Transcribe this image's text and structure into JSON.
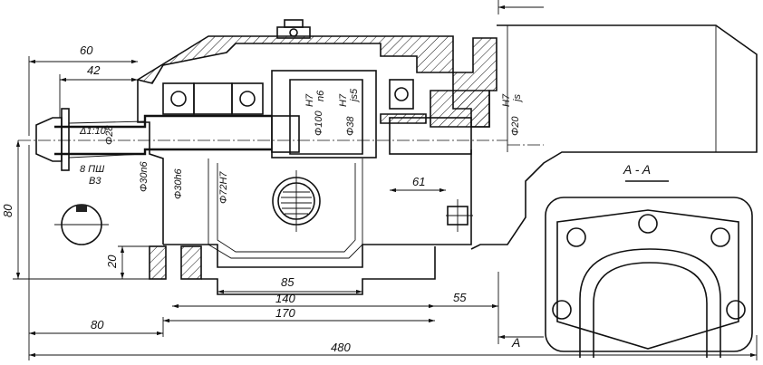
{
  "drawing": {
    "dimensions": {
      "d60_top": "60",
      "d42": "42",
      "d80_vert": "80",
      "d20": "20",
      "d85": "85",
      "d140": "140",
      "d170": "170",
      "d55": "55",
      "d80_bottom": "80",
      "d480": "480",
      "d61": "61"
    },
    "diameters": {
      "phi28": "Φ28",
      "phi30n6": "Φ30n6",
      "phi30h6": "Φ30h6",
      "phi72H7": "Φ72H7",
      "phi100": "Φ100",
      "phi100_fit_top": "H7",
      "phi100_fit_bottom": "n6",
      "phi38": "Φ38",
      "phi38_fit_top": "H7",
      "phi38_fit_bottom": "js5",
      "phi20": "Φ20",
      "phi20_fit_top": "H7",
      "phi20_fit_bottom": "js"
    },
    "annotations": {
      "taper": "Δ1:10",
      "key_spec_top": "8 ПШ",
      "key_spec_bottom": "B3"
    },
    "section": {
      "title": "A - A",
      "marker": "A"
    }
  }
}
